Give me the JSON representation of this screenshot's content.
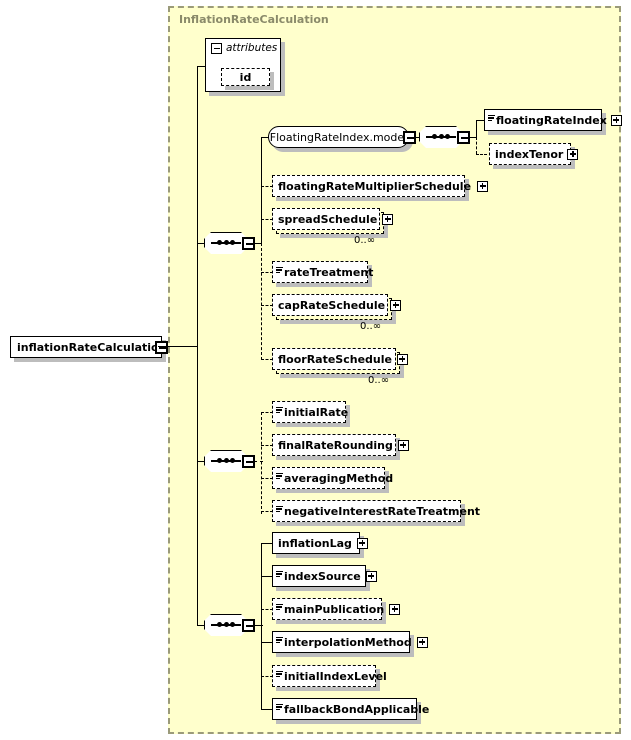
{
  "diagram": {
    "type": "xsd-schema-diagram",
    "root_element": {
      "label": "inflationRateCalculation",
      "expander": "minus",
      "border": "solid"
    },
    "container": {
      "title": "InflationRateCalculation",
      "border": "dashed",
      "background": "#ffffcc"
    },
    "attributes_group": {
      "label": "attributes",
      "expander": "minus",
      "attributes": [
        {
          "label": "id",
          "border": "dashed"
        }
      ]
    },
    "groups": [
      {
        "name": "sequence-1",
        "compositor": "sequence",
        "expander": "minus",
        "children": [
          {
            "label": "FloatingRateIndex.model",
            "kind": "group-ref",
            "border": "solid",
            "expander": "minus",
            "connector": "solid",
            "nested": {
              "compositor": "sequence",
              "expander": "minus",
              "children": [
                {
                  "label": "floatingRateIndex",
                  "border": "solid",
                  "typeicon": true,
                  "expander": "plus",
                  "connector": "solid"
                },
                {
                  "label": "indexTenor",
                  "border": "dashed",
                  "typeicon": false,
                  "expander": "plus",
                  "connector": "dashed"
                }
              ]
            }
          },
          {
            "label": "floatingRateMultiplierSchedule",
            "border": "dashed",
            "typeicon": false,
            "expander": "plus",
            "connector": "dashed"
          },
          {
            "label": "spreadSchedule",
            "border": "dashed",
            "typeicon": false,
            "expander": "plus",
            "connector": "dashed",
            "occurs": "0..∞"
          },
          {
            "label": "rateTreatment",
            "border": "dashed",
            "typeicon": true,
            "expander": "none",
            "connector": "dashed"
          },
          {
            "label": "capRateSchedule",
            "border": "dashed",
            "typeicon": false,
            "expander": "plus",
            "connector": "dashed",
            "occurs": "0..∞"
          },
          {
            "label": "floorRateSchedule",
            "border": "dashed",
            "typeicon": false,
            "expander": "plus",
            "connector": "dashed",
            "occurs": "0..∞"
          }
        ]
      },
      {
        "name": "sequence-2",
        "compositor": "sequence",
        "expander": "minus",
        "children": [
          {
            "label": "initialRate",
            "border": "dashed",
            "typeicon": true,
            "expander": "none",
            "connector": "dashed"
          },
          {
            "label": "finalRateRounding",
            "border": "dashed",
            "typeicon": false,
            "expander": "plus",
            "connector": "dashed"
          },
          {
            "label": "averagingMethod",
            "border": "dashed",
            "typeicon": true,
            "expander": "none",
            "connector": "dashed"
          },
          {
            "label": "negativeInterestRateTreatment",
            "border": "dashed",
            "typeicon": true,
            "expander": "none",
            "connector": "dashed"
          }
        ]
      },
      {
        "name": "sequence-3",
        "compositor": "sequence",
        "expander": "minus",
        "children": [
          {
            "label": "inflationLag",
            "border": "solid",
            "typeicon": false,
            "expander": "plus",
            "connector": "solid"
          },
          {
            "label": "indexSource",
            "border": "solid",
            "typeicon": true,
            "expander": "plus",
            "connector": "solid"
          },
          {
            "label": "mainPublication",
            "border": "dashed",
            "typeicon": true,
            "expander": "plus",
            "connector": "dashed"
          },
          {
            "label": "interpolationMethod",
            "border": "solid",
            "typeicon": true,
            "expander": "plus",
            "connector": "solid"
          },
          {
            "label": "initialIndexLevel",
            "border": "dashed",
            "typeicon": true,
            "expander": "none",
            "connector": "dashed"
          },
          {
            "label": "fallbackBondApplicable",
            "border": "solid",
            "typeicon": true,
            "expander": "none",
            "connector": "solid"
          }
        ]
      }
    ],
    "colors": {
      "panel_background": "#ffffcc",
      "panel_border": "#9a9a7a",
      "title_text": "#8a8a6a",
      "node_background": "#ffffff",
      "shadow": "#bdbdbd",
      "line": "#000000"
    }
  }
}
